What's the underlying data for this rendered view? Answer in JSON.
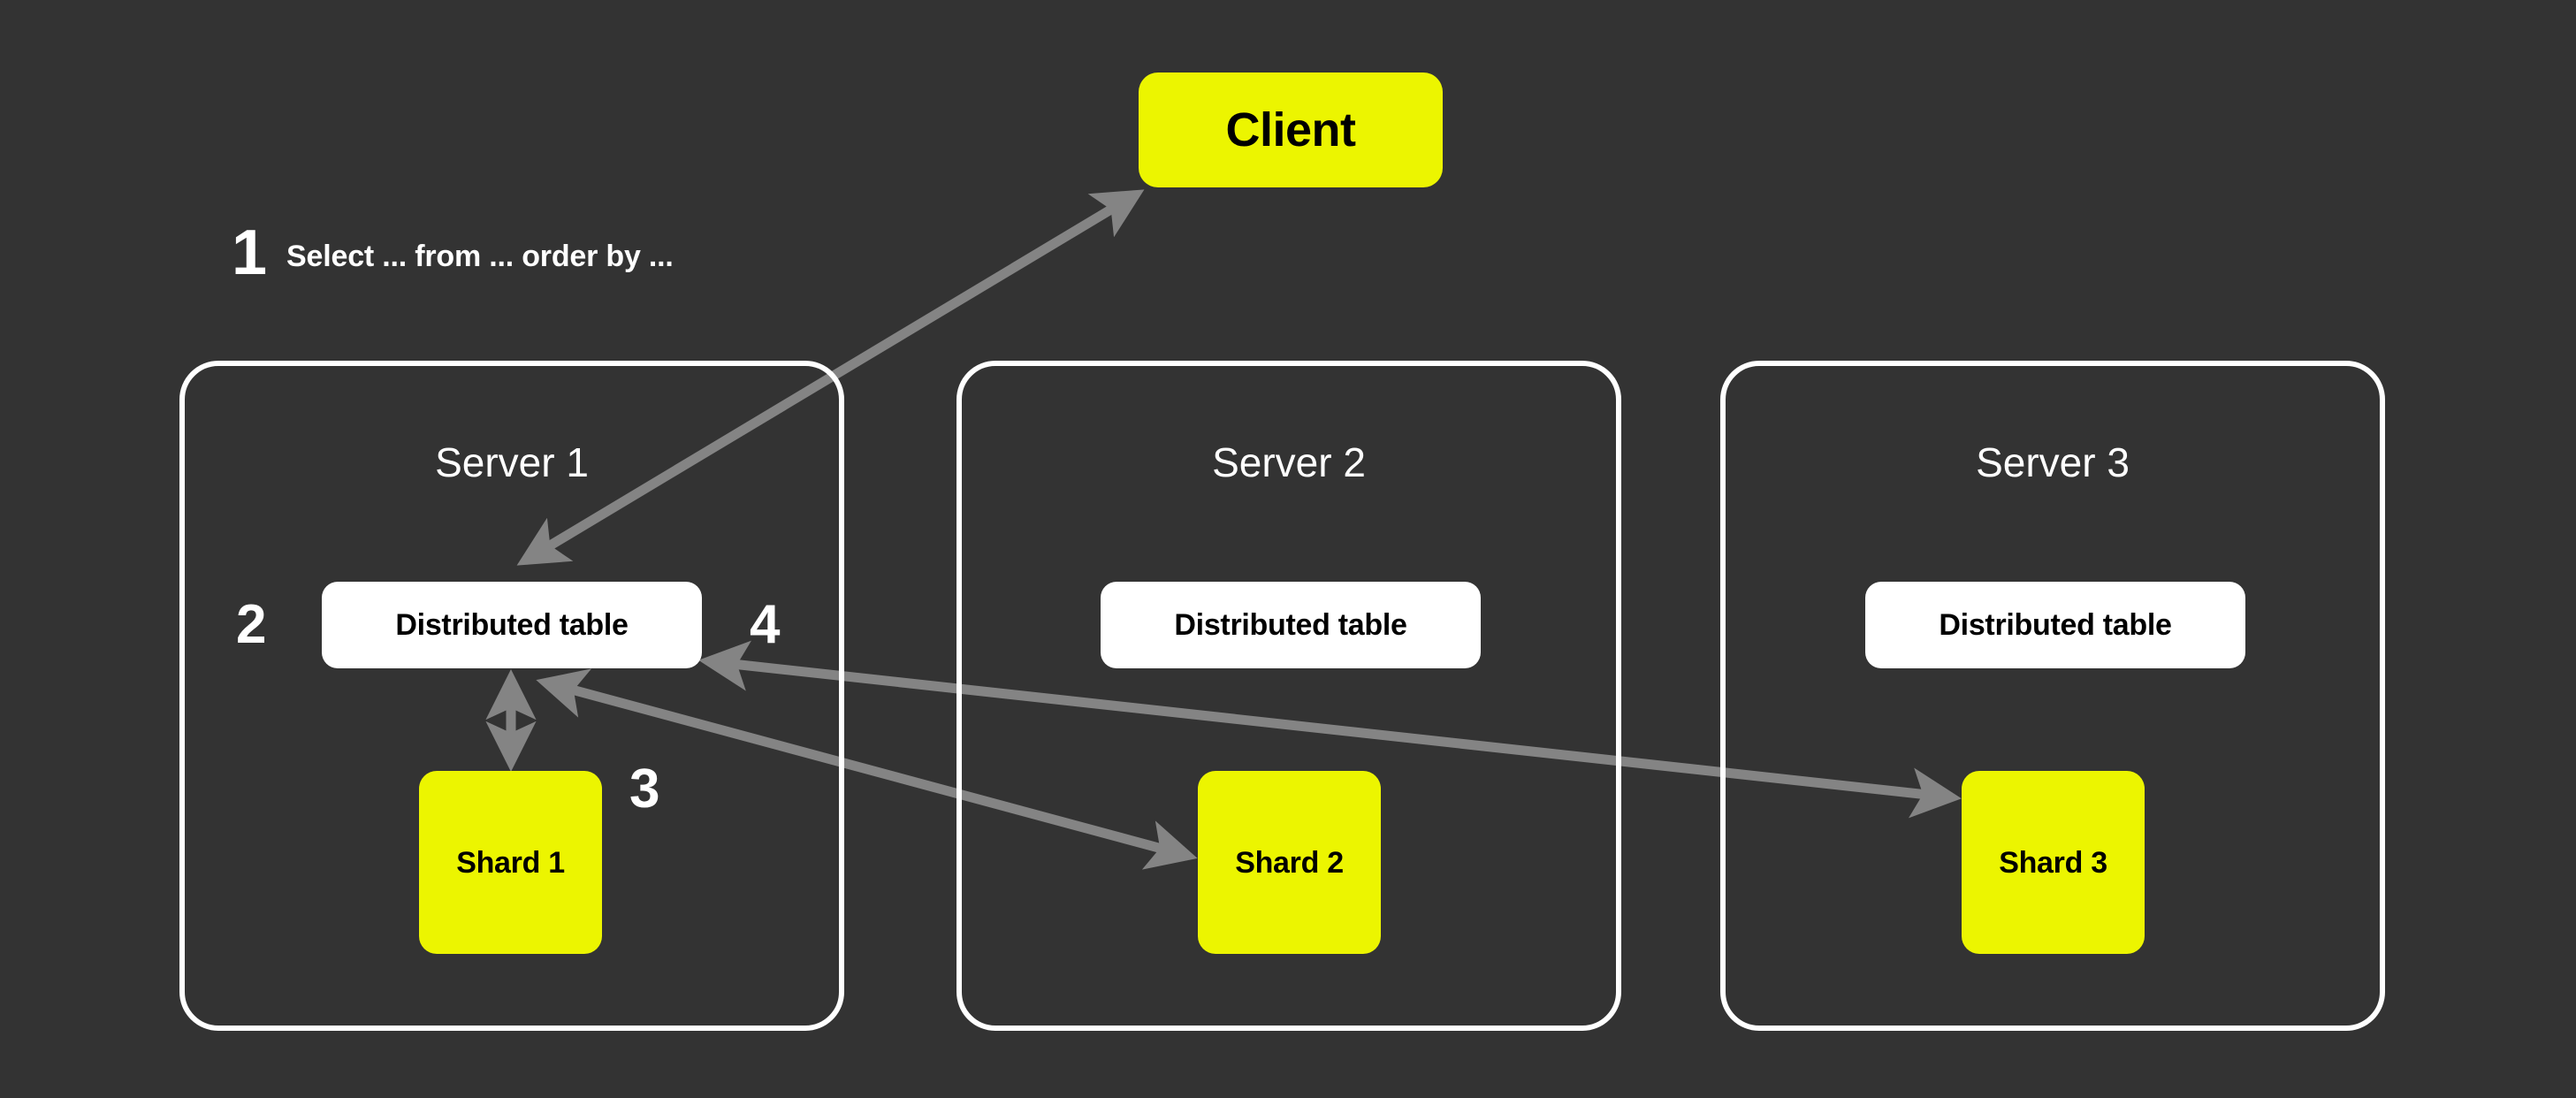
{
  "diagram": {
    "title": "Distributed query execution across sharded servers",
    "background_color": "#333333",
    "accent_color": "#ECF500",
    "arrow_color": "#848484",
    "panel_border_color": "#FFFFFF",
    "text_on_dark": "#FFFFFF",
    "text_on_light": "#000000"
  },
  "client": {
    "label": "Client"
  },
  "steps": {
    "one": {
      "number": "1",
      "text": "Select ... from ... order by ..."
    },
    "two": {
      "number": "2"
    },
    "three": {
      "number": "3"
    },
    "four": {
      "number": "4"
    }
  },
  "servers": [
    {
      "title": "Server 1",
      "distributed_table": "Distributed table",
      "shard": "Shard 1"
    },
    {
      "title": "Server 2",
      "distributed_table": "Distributed table",
      "shard": "Shard 2"
    },
    {
      "title": "Server 3",
      "distributed_table": "Distributed table",
      "shard": "Shard 3"
    }
  ],
  "edges": [
    {
      "name": "client-to-distributed-table-1",
      "from": "Client",
      "to": "Server 1 Distributed table",
      "direction": "bidirectional",
      "step": "1"
    },
    {
      "name": "distributed-table-1-to-shard-1",
      "from": "Server 1 Distributed table",
      "to": "Shard 1",
      "direction": "bidirectional",
      "step": "2"
    },
    {
      "name": "distributed-table-1-to-shard-2",
      "from": "Server 1 Distributed table",
      "to": "Shard 2",
      "direction": "bidirectional",
      "step": "3"
    },
    {
      "name": "shard-3-to-distributed-table-1",
      "from": "Shard 3",
      "to": "Server 1 Distributed table",
      "direction": "bidirectional",
      "step": "4"
    }
  ]
}
